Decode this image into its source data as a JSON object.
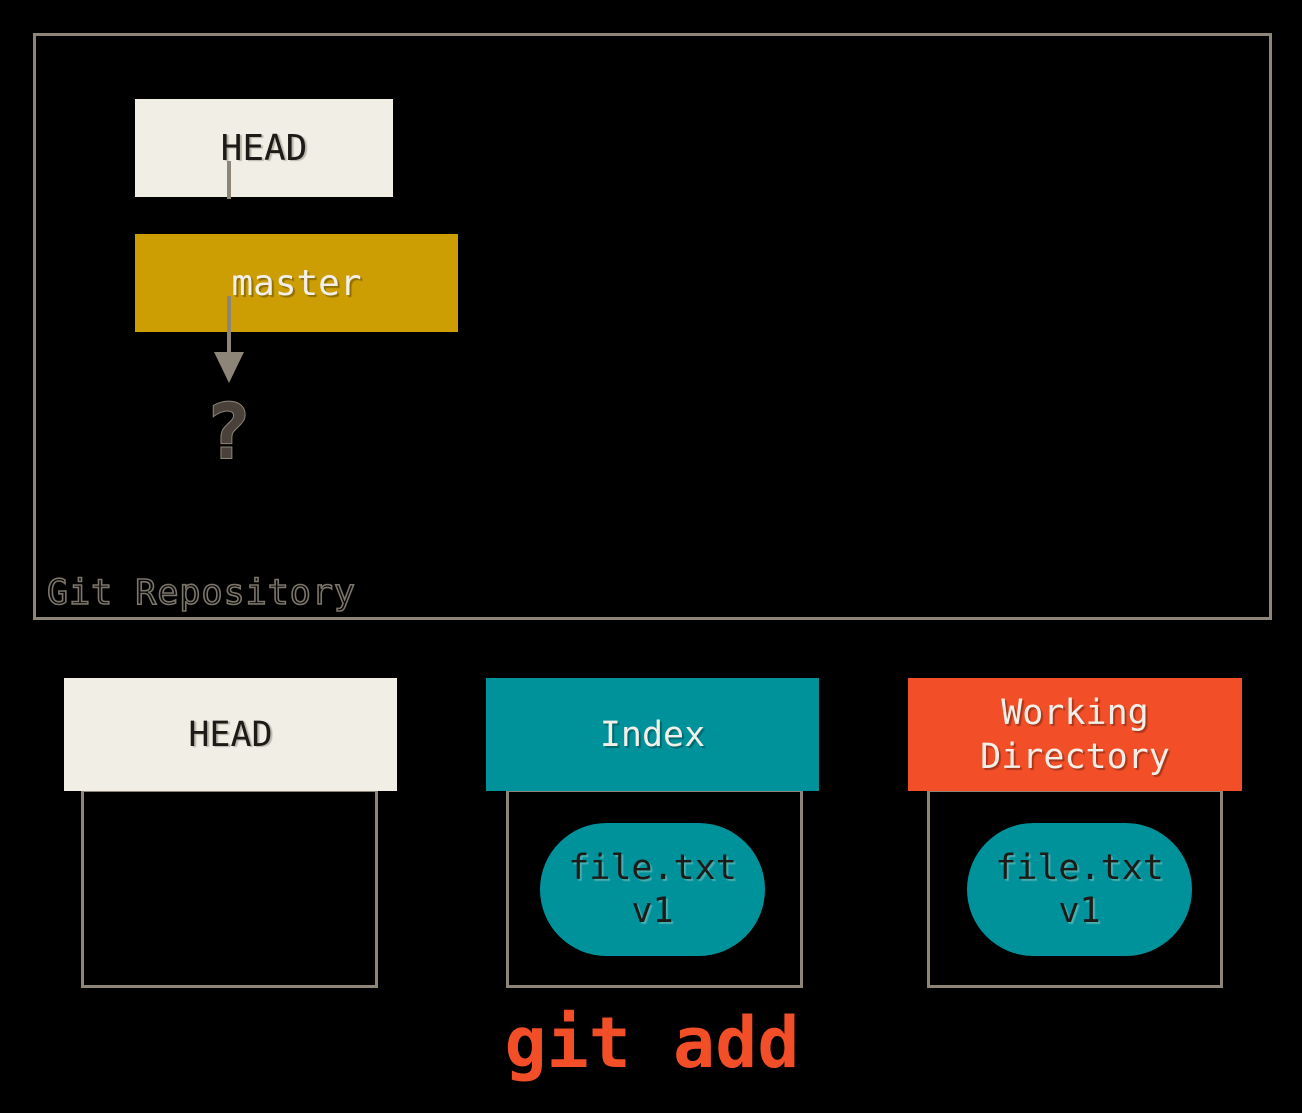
{
  "colors": {
    "background": "#000000",
    "border-gray": "#8C8578",
    "cream": "#F0EEE5",
    "gold": "#CC9E04",
    "teal": "#00929B",
    "orange": "#F24E27",
    "dark-text": "#1D1B17",
    "light-text": "#F2EFE8",
    "question-fill": "#4A423A",
    "outline-gray": "#7B756A"
  },
  "repository": {
    "label": "Git Repository",
    "head_label": "HEAD",
    "branch_label": "master",
    "question_mark": "?"
  },
  "columns": [
    {
      "id": "head",
      "label": "HEAD"
    },
    {
      "id": "index",
      "label": "Index",
      "file": {
        "name": "file.txt",
        "version": "v1"
      }
    },
    {
      "id": "working-directory",
      "label": "Working Directory",
      "file": {
        "name": "file.txt",
        "version": "v1"
      }
    }
  ],
  "command": {
    "label": "git add"
  }
}
